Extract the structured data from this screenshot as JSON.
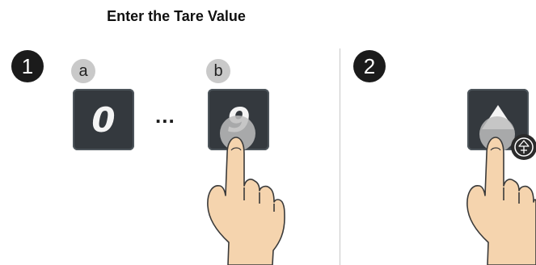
{
  "title": "Enter the Tare Value",
  "steps": [
    {
      "number": "1",
      "substeps": [
        {
          "label": "a",
          "key_glyph": "0"
        },
        {
          "label": "b",
          "key_glyph": "9"
        }
      ],
      "separator": "..."
    },
    {
      "number": "2",
      "key_icon": "tare-arrow-icon",
      "badge_icon": "tare-set-icon"
    }
  ],
  "colors": {
    "key_bg": "#34393e",
    "badge_dark": "#1b1b1b",
    "badge_light": "#c9c9c9",
    "skin": "#f5d4ae",
    "outline": "#3a3a3a"
  }
}
